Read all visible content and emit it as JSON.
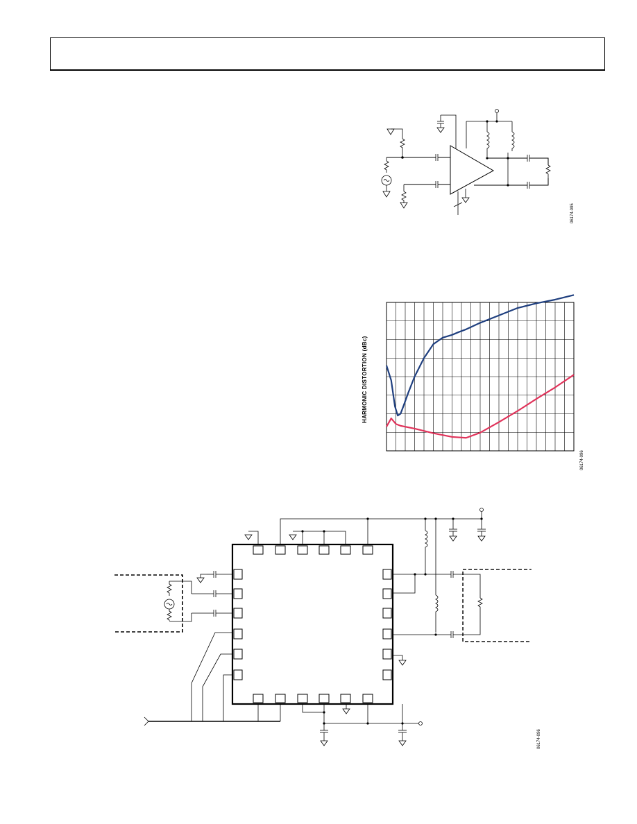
{
  "figure1": {
    "id": "06174-095"
  },
  "figure2": {
    "id": "06174-096",
    "chart_data": {
      "type": "line",
      "title": "",
      "xlabel": "",
      "ylabel": "HARMONIC DISTORTION (dBc)",
      "grid": true,
      "gridColumns": 20,
      "gridRows": 8,
      "xlim": [
        0,
        20
      ],
      "ylim": [
        0,
        8
      ],
      "series": [
        {
          "color": "#1f3f7f",
          "x": [
            0,
            0.5,
            0.9,
            1.2,
            1.5,
            1.8,
            2.3,
            3,
            4,
            5,
            6,
            7,
            7.7,
            8.5,
            10,
            12,
            14,
            16,
            18,
            20
          ],
          "y": [
            4.6,
            3.8,
            2.4,
            1.9,
            2.0,
            2.4,
            3.1,
            4.0,
            5.0,
            5.75,
            6.1,
            6.25,
            6.4,
            6.55,
            6.9,
            7.3,
            7.7,
            7.95,
            8.15,
            8.4
          ]
        },
        {
          "color": "#e0335a",
          "x": [
            0,
            0.5,
            1,
            1.5,
            3,
            5,
            7,
            8.5,
            10,
            12,
            14,
            16,
            18,
            20
          ],
          "y": [
            1.3,
            1.75,
            1.45,
            1.35,
            1.2,
            0.95,
            0.75,
            0.7,
            0.98,
            1.55,
            2.15,
            2.8,
            3.42,
            4.1
          ]
        }
      ]
    }
  },
  "figure3": {
    "id": "06174-096"
  }
}
